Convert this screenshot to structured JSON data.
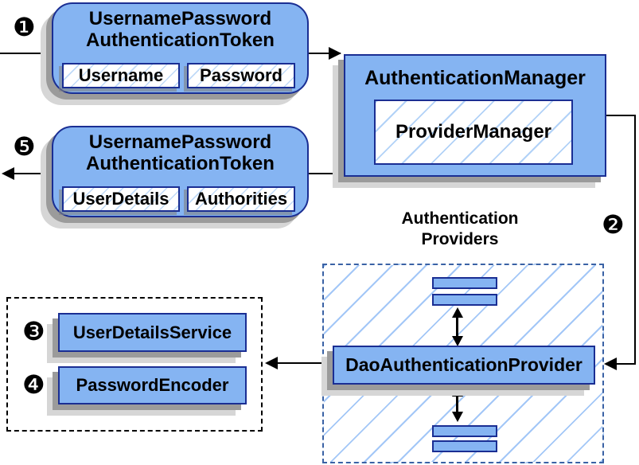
{
  "colors": {
    "box_fill": "#85B4F2",
    "box_border": "#1A2E93",
    "hatch_line": "#9EC6F5",
    "dashed_border": "#3A62A5",
    "shadow_dark": "#9B9B9B",
    "shadow_light": "#D6D6D6",
    "connector": "#000000"
  },
  "badges": {
    "step1": "❶",
    "step2": "❷",
    "step3": "❸",
    "step4": "❹",
    "step5": "❺"
  },
  "token_request": {
    "title_line1": "UsernamePassword",
    "title_line2": "AuthenticationToken",
    "fields": [
      {
        "label": "Username"
      },
      {
        "label": "Password"
      }
    ]
  },
  "authentication_manager": {
    "title": "AuthenticationManager",
    "inner": "ProviderManager"
  },
  "token_response": {
    "title_line1": "UsernamePassword",
    "title_line2": "AuthenticationToken",
    "fields": [
      {
        "label": "UserDetails"
      },
      {
        "label": "Authorities"
      }
    ]
  },
  "providers": {
    "label_line1": "Authentication",
    "label_line2": "Providers",
    "main": "DaoAuthenticationProvider"
  },
  "services": [
    {
      "badge": "❸",
      "label": "UserDetailsService"
    },
    {
      "badge": "❹",
      "label": "PasswordEncoder"
    }
  ]
}
